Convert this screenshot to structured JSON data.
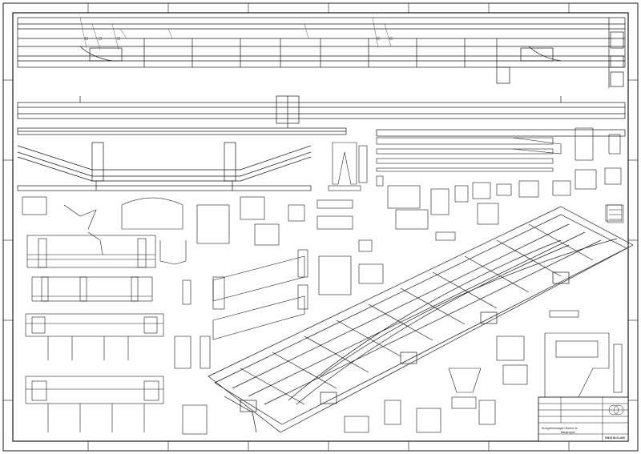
{
  "drawing": {
    "title_block": {
      "line1": "Kurzgelenkwagen Bmms 4x",
      "line2": "Baugruppe",
      "drawing_number": "00415 94-01-A00"
    }
  },
  "colors": {
    "paper": "#ffffff",
    "line": "#1a1a1a",
    "light_line": "#555555"
  }
}
